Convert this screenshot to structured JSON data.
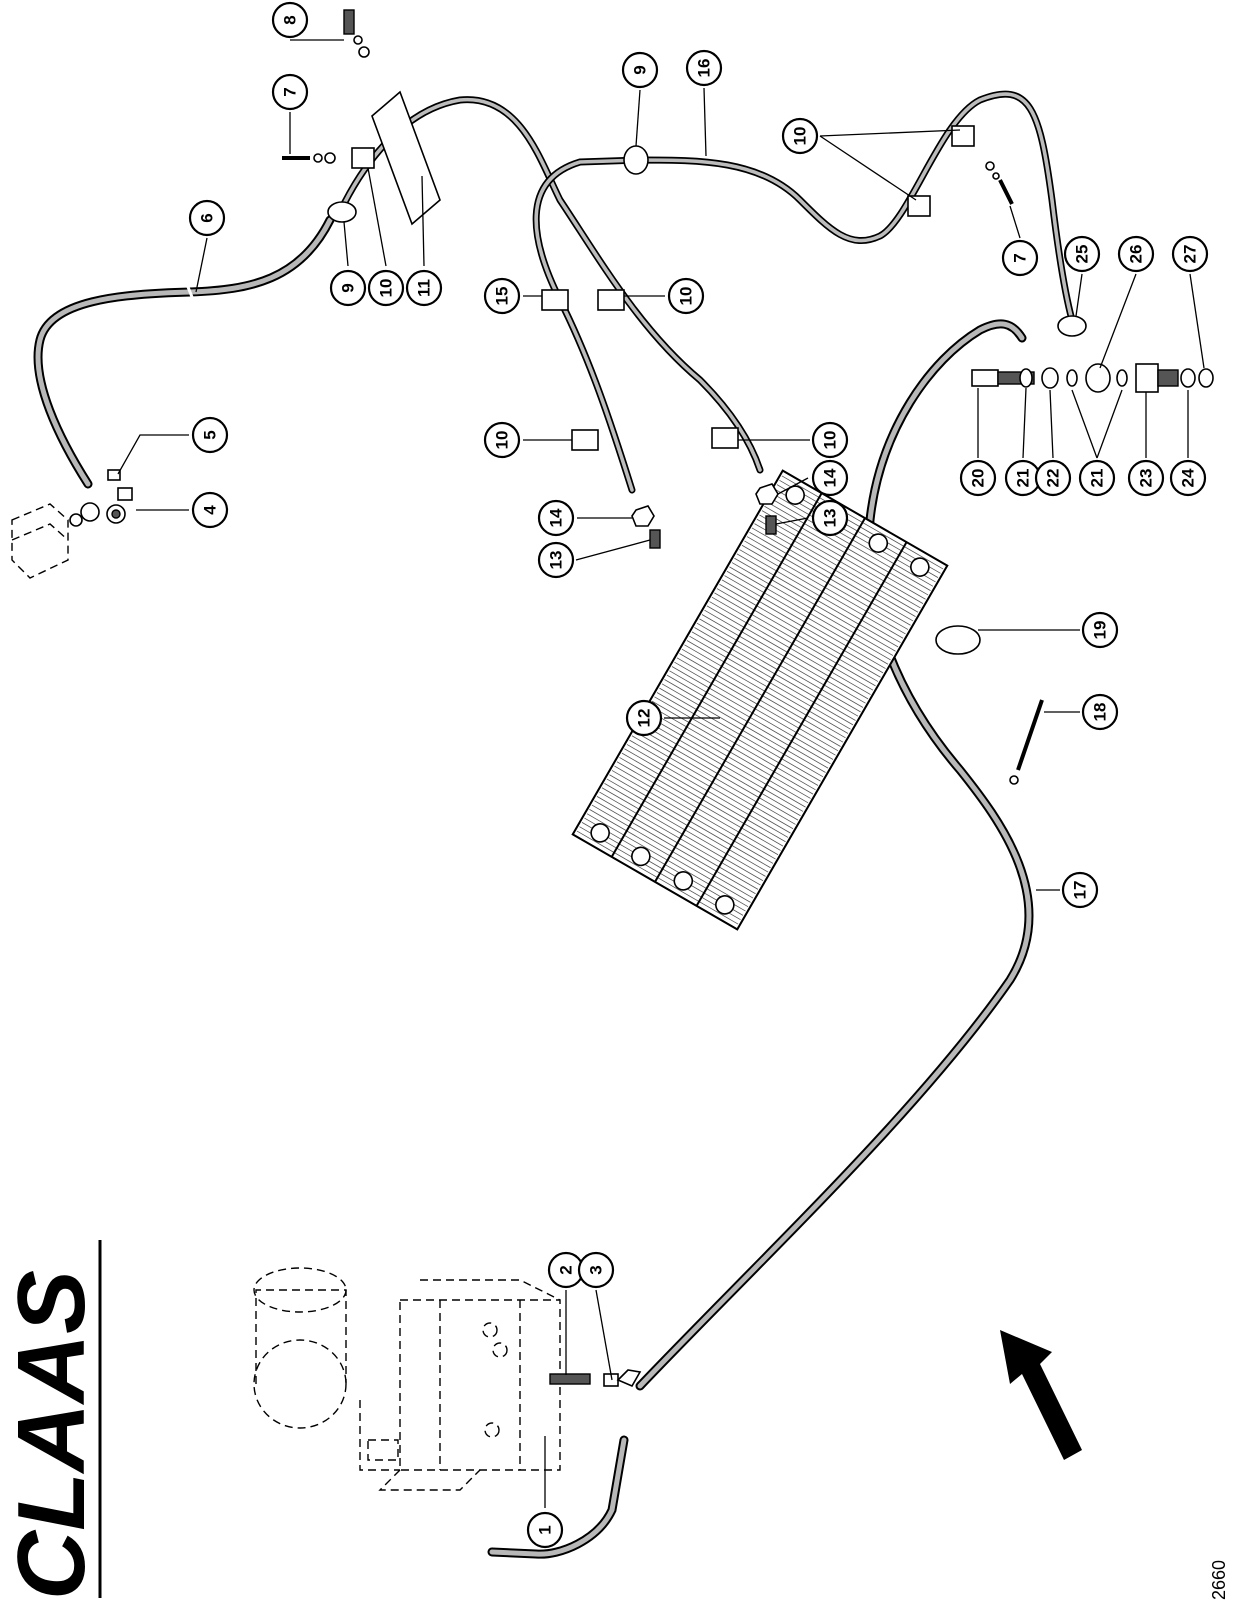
{
  "brand": {
    "logo_text": "CLAAS"
  },
  "drawing_number": "2660",
  "callouts": [
    {
      "id": "c1",
      "label": "1"
    },
    {
      "id": "c2",
      "label": "2"
    },
    {
      "id": "c3",
      "label": "3"
    },
    {
      "id": "c4",
      "label": "4"
    },
    {
      "id": "c5",
      "label": "5"
    },
    {
      "id": "c6",
      "label": "6"
    },
    {
      "id": "c7a",
      "label": "7"
    },
    {
      "id": "c7b",
      "label": "7"
    },
    {
      "id": "c8",
      "label": "8"
    },
    {
      "id": "c9a",
      "label": "9"
    },
    {
      "id": "c9b",
      "label": "9"
    },
    {
      "id": "c10a",
      "label": "10"
    },
    {
      "id": "c10b",
      "label": "10"
    },
    {
      "id": "c10c",
      "label": "10"
    },
    {
      "id": "c10d",
      "label": "10"
    },
    {
      "id": "c10e",
      "label": "10"
    },
    {
      "id": "c11",
      "label": "11"
    },
    {
      "id": "c12",
      "label": "12"
    },
    {
      "id": "c13a",
      "label": "13"
    },
    {
      "id": "c13b",
      "label": "13"
    },
    {
      "id": "c14a",
      "label": "14"
    },
    {
      "id": "c14b",
      "label": "14"
    },
    {
      "id": "c15",
      "label": "15"
    },
    {
      "id": "c16",
      "label": "16"
    },
    {
      "id": "c17",
      "label": "17"
    },
    {
      "id": "c18",
      "label": "18"
    },
    {
      "id": "c19",
      "label": "19"
    },
    {
      "id": "c20",
      "label": "20"
    },
    {
      "id": "c21a",
      "label": "21"
    },
    {
      "id": "c21b",
      "label": "21"
    },
    {
      "id": "c22",
      "label": "22"
    },
    {
      "id": "c23",
      "label": "23"
    },
    {
      "id": "c24",
      "label": "24"
    },
    {
      "id": "c25",
      "label": "25"
    },
    {
      "id": "c26",
      "label": "26"
    },
    {
      "id": "c27",
      "label": "27"
    }
  ]
}
